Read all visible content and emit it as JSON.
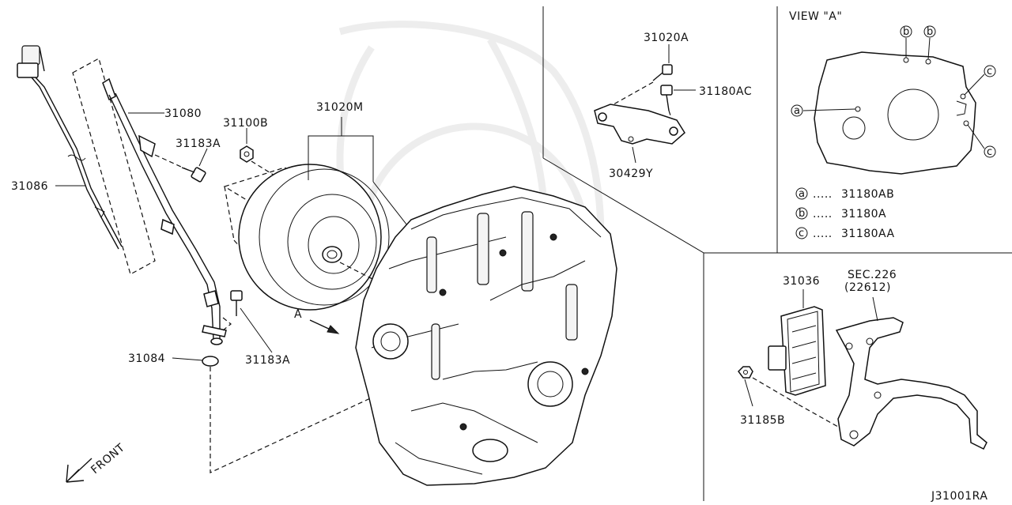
{
  "diagram_id": "J31001RA",
  "front_label": "FRONT",
  "view_marker": "A",
  "parts": {
    "dipstick": "31086",
    "charging_pipe": "31080",
    "bolt_upper": "31183A",
    "bolt_lower": "31183A",
    "o_ring": "31084",
    "nut": "31100B",
    "torque_converter": "31020M",
    "bolt_31020a": "31020A",
    "bolt_31180ac": "31180AC",
    "bracket": "30429Y",
    "control_unit": "31036",
    "tcm_bracket_sec": "SEC.226",
    "tcm_bracket_part": "(22612)",
    "nut_31185b": "31185B"
  },
  "view_a": {
    "title": "VIEW \"A\"",
    "callouts": [
      "a",
      "b",
      "b",
      "c",
      "c"
    ],
    "legend": [
      {
        "key": "a",
        "part": "31180AB"
      },
      {
        "key": "b",
        "part": "31180A"
      },
      {
        "key": "c",
        "part": "31180AA"
      }
    ]
  }
}
